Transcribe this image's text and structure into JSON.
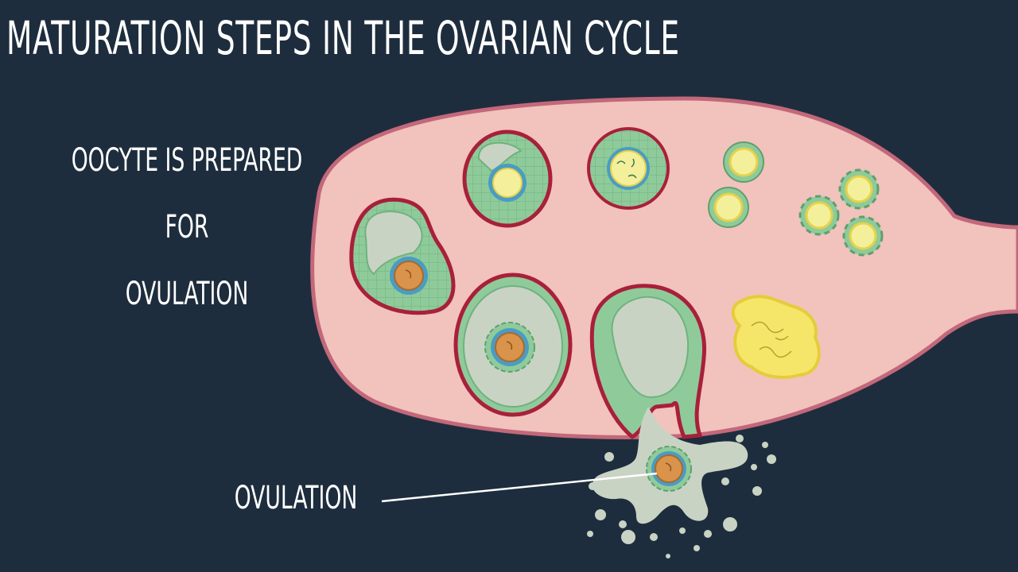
{
  "title": "Maturation steps in the ovarian cycle",
  "labels": {
    "oocyte_prepared_line1": "Oocyte is prepared for",
    "oocyte_prepared_line2": "ovulation",
    "ovulation": "Ovulation"
  },
  "colors": {
    "background": "#1e2d3d",
    "ovary": "#f2c2bd",
    "ovary_outline": "#c2687a",
    "follicle_outline": "#a8203a",
    "granulosa": "#8fcb9a",
    "antrum": "#c9d3c4",
    "zona": "#4a9cc4",
    "oocyte": "#d9934a",
    "primordial": "#f4ef9a",
    "corpus_luteum": "#f5e66a"
  }
}
